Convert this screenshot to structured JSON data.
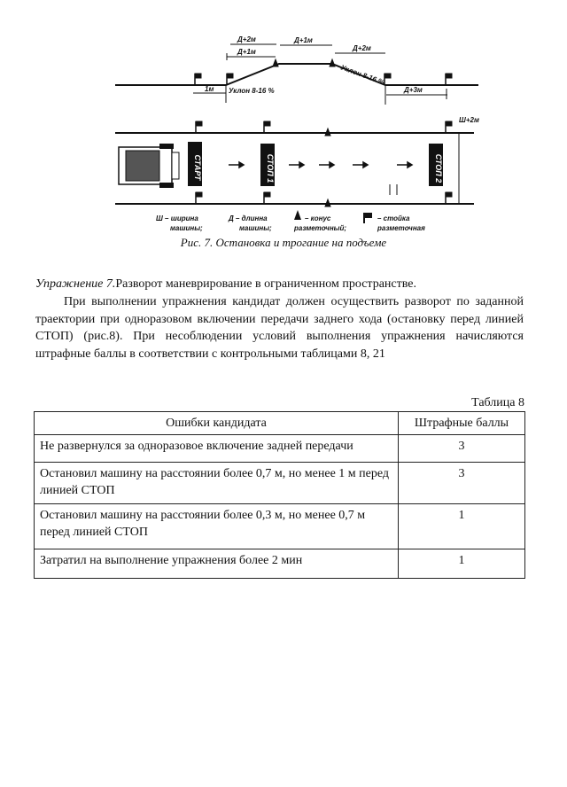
{
  "figure": {
    "labels": {
      "d_plus_2m_top": "Д+2м",
      "d_plus_1m_top": "Д+1м",
      "d_plus_1m_left": "Д+1м",
      "d_plus_2m_right": "Д+2м",
      "one_m": "1м",
      "slope_left": "Уклон 8-16 %",
      "slope_right": "Уклон 8-16 %",
      "d_plus_3m": "Д+3м",
      "w_plus_2m": "Ш+2м",
      "start": "СТАРТ",
      "stop1": "СТОП 1",
      "stop2": "СТОП 2"
    },
    "legend": {
      "width_line1": "Ш – ширина",
      "width_line2": "машины;",
      "length_line1": "Д – длинна",
      "length_line2": "машины;",
      "cone_line1": "– конус",
      "cone_line2": "разметочный;",
      "post_line1": "– стойка",
      "post_line2": "разметочная"
    },
    "caption": "Рис. 7. Остановка и трогание на подъеме"
  },
  "text": {
    "exercise_title": "Упражнение 7.",
    "exercise_name": "Разворот маневрирование в ограниченном пространстве.",
    "paragraph": "При выполнении упражнения кандидат должен осуществить разворот по заданной траектории при одноразовом включении передачи заднего хода (остановку перед линией СТОП) (рис.8). При несоблюдении условий выполнения упражнения начисляются штрафные баллы в соответствии с контрольными таблицами 8, 21"
  },
  "table": {
    "title": "Таблица 8",
    "headers": [
      "Ошибки кандидата",
      "Штрафные баллы"
    ],
    "rows": [
      {
        "error": "Не развернулся за одноразовое включение задней передачи",
        "score": "3"
      },
      {
        "error": "Остановил машину на расстоянии более 0,7 м, но менее 1 м перед линией СТОП",
        "score": "3"
      },
      {
        "error": "Остановил машину на расстоянии более  0,3 м, но менее 0,7 м перед линией СТОП",
        "score": "1"
      },
      {
        "error": "Затратил на выполнение упражнения более 2 мин",
        "score": "1"
      }
    ]
  }
}
